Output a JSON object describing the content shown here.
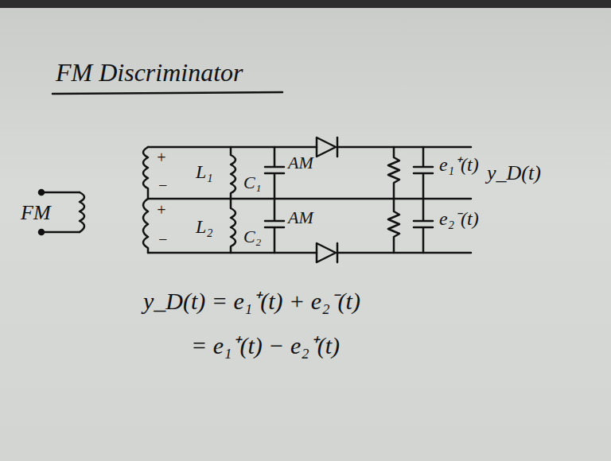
{
  "diagram": {
    "title": "FM Discriminator",
    "labels": [
      "FM",
      "+",
      "−",
      "+",
      "−",
      "L₁",
      "C₁",
      "AM",
      "L₂",
      "C₂",
      "AM",
      "e₁⁺(t)",
      "e₂⁻(t)",
      "y_D(t)",
      "y_D(t) = e₁⁺(t) + e₂⁻(t)",
      "= e₁⁺(t) − e₂⁺(t)"
    ]
  }
}
